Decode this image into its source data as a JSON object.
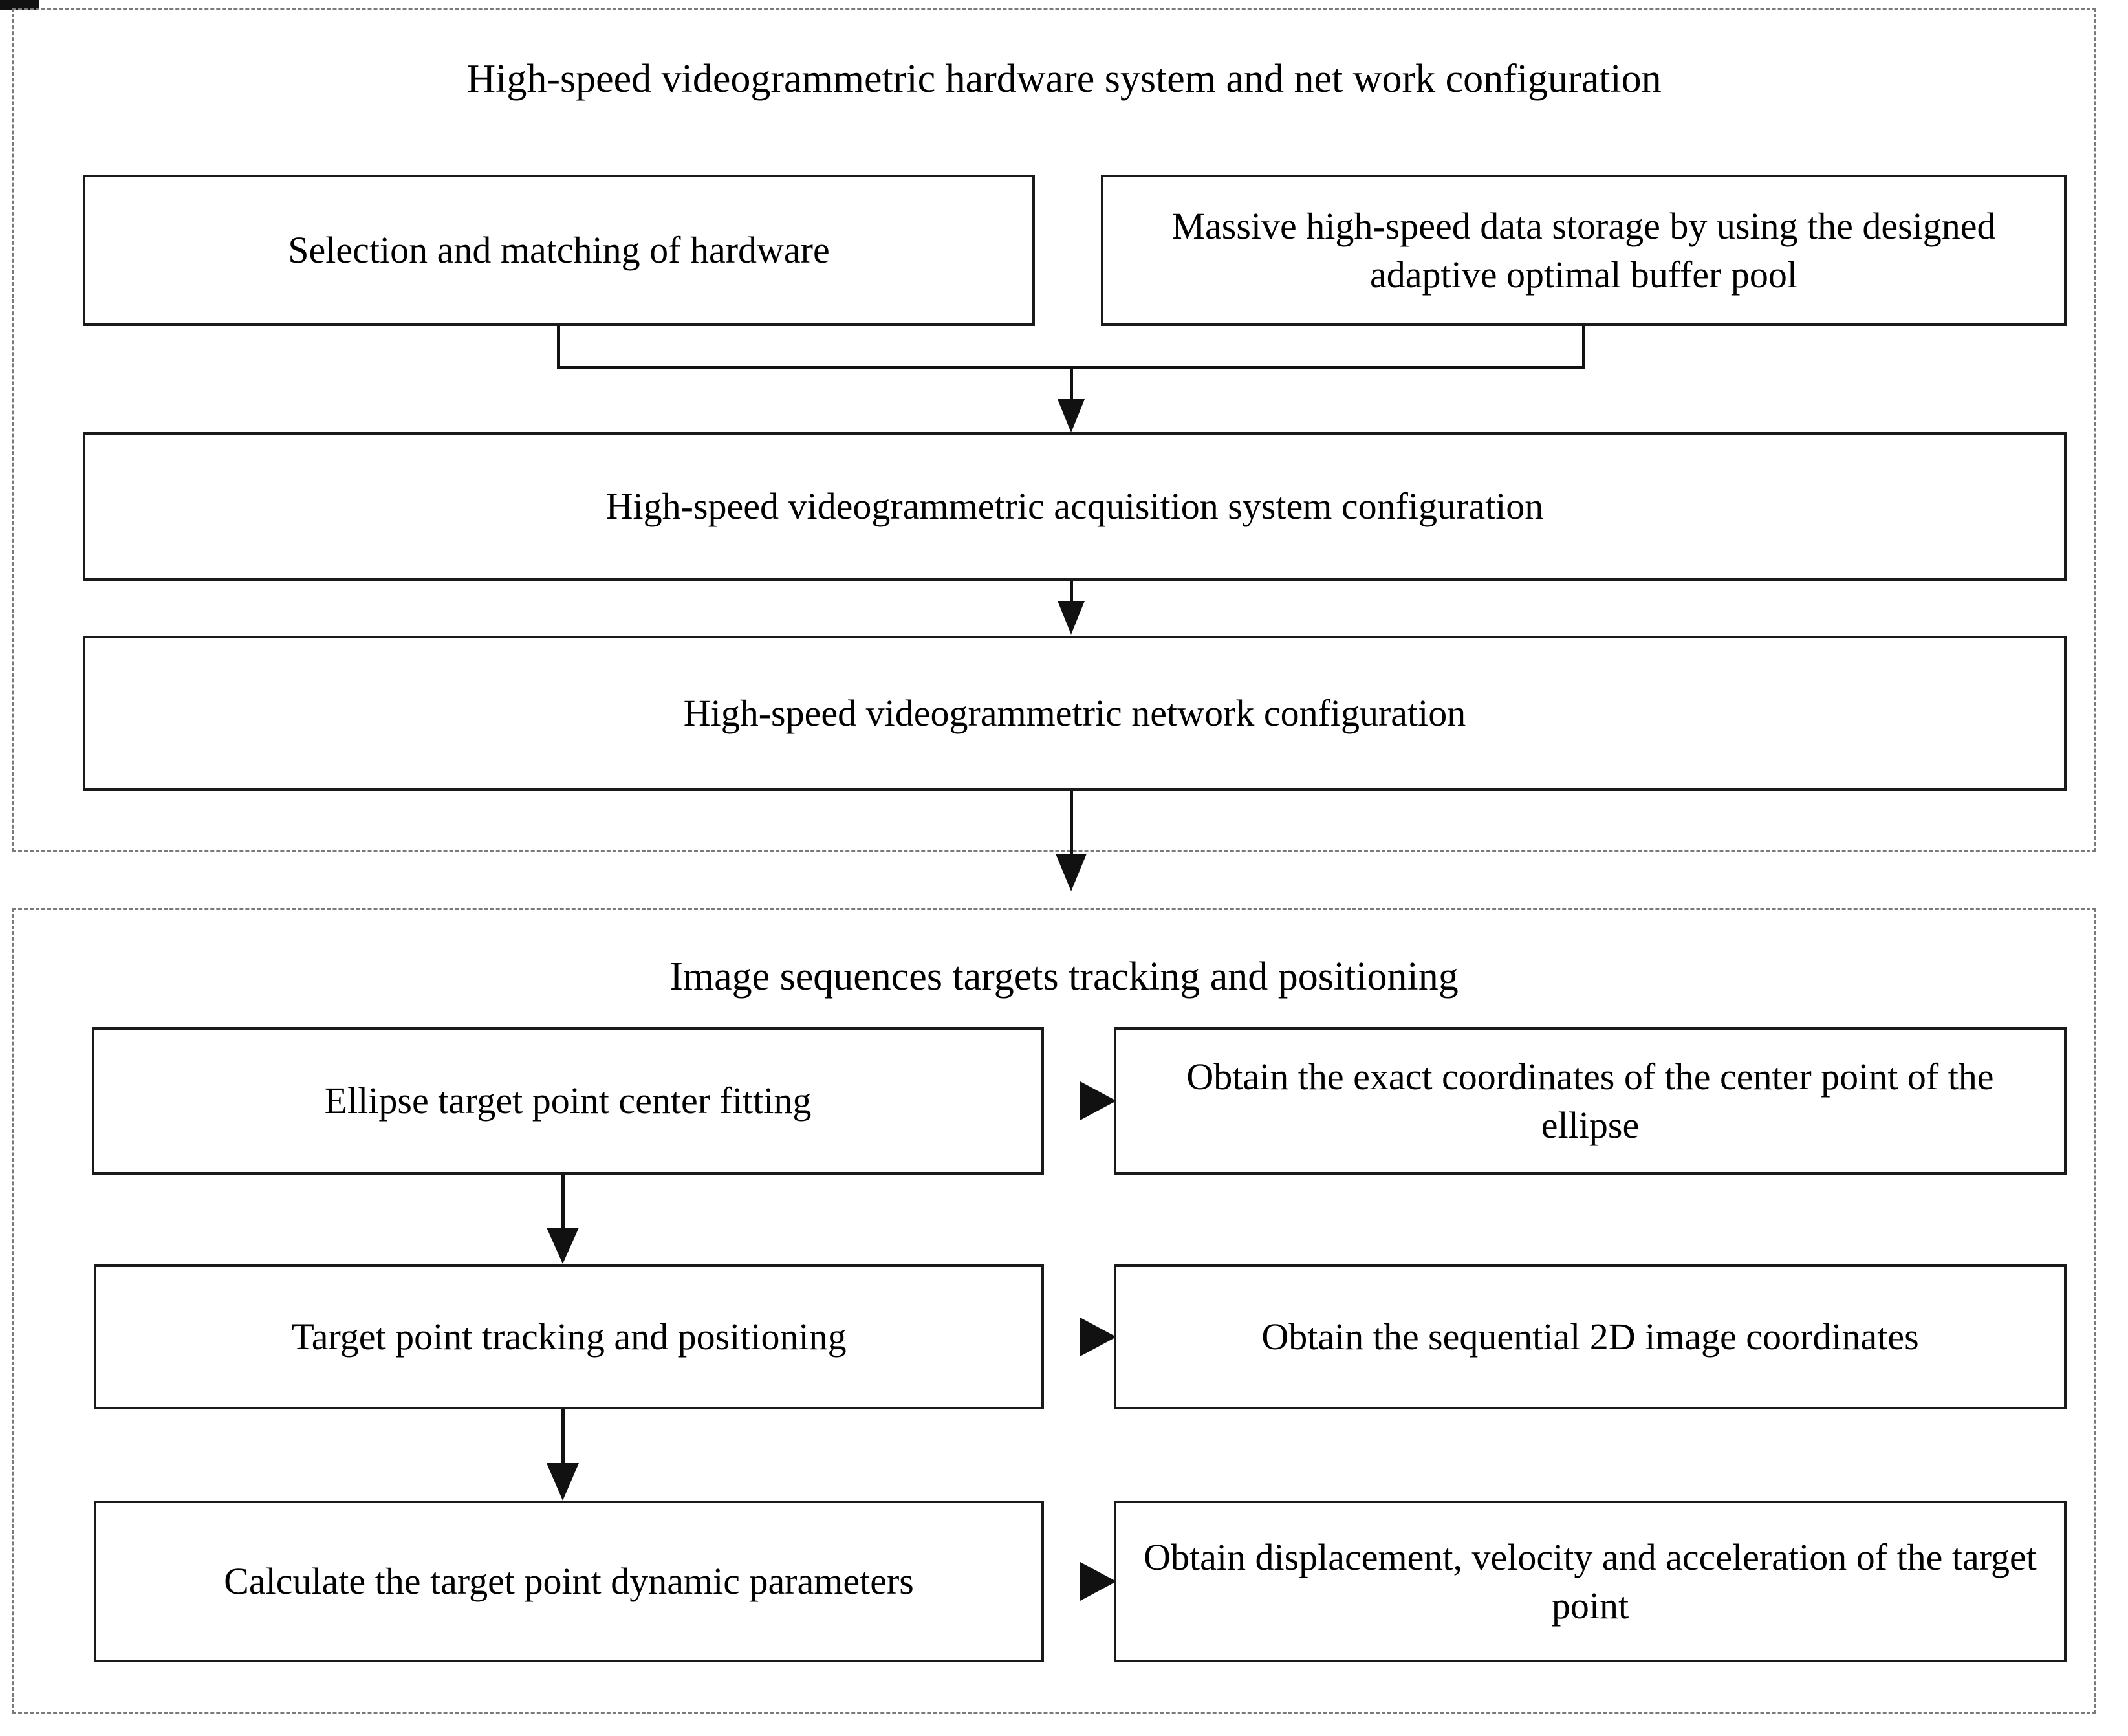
{
  "diagram": {
    "sections": [
      {
        "id": "hardware",
        "title": "High-speed videogrammetric hardware system and net work configuration",
        "boxes": [
          {
            "id": "hw-selection",
            "label": "Selection and matching of hardware"
          },
          {
            "id": "hw-storage",
            "label": "Massive high-speed data storage by using the designed adaptive optimal buffer pool"
          },
          {
            "id": "hw-acquisition",
            "label": "High-speed videogrammetric acquisition system configuration"
          },
          {
            "id": "hw-network",
            "label": "High-speed videogrammetric network configuration"
          }
        ]
      },
      {
        "id": "tracking",
        "title": "Image sequences targets tracking and positioning",
        "boxes": [
          {
            "id": "tr-ellipse-fit",
            "label": "Ellipse target point center fitting"
          },
          {
            "id": "tr-ellipse-out",
            "label": "Obtain the exact coordinates of the center point of the ellipse"
          },
          {
            "id": "tr-tracking",
            "label": "Target point tracking and positioning"
          },
          {
            "id": "tr-tracking-out",
            "label": "Obtain the sequential 2D image coordinates"
          },
          {
            "id": "tr-dynamic",
            "label": "Calculate the target point dynamic parameters"
          },
          {
            "id": "tr-dynamic-out",
            "label": "Obtain displacement, velocity and acceleration of the target point"
          }
        ]
      }
    ],
    "colors": {
      "box_border": "#1a1a1a",
      "section_border": "#7a7a7a",
      "connector": "#111111",
      "text": "#000000",
      "background": "#ffffff"
    }
  }
}
